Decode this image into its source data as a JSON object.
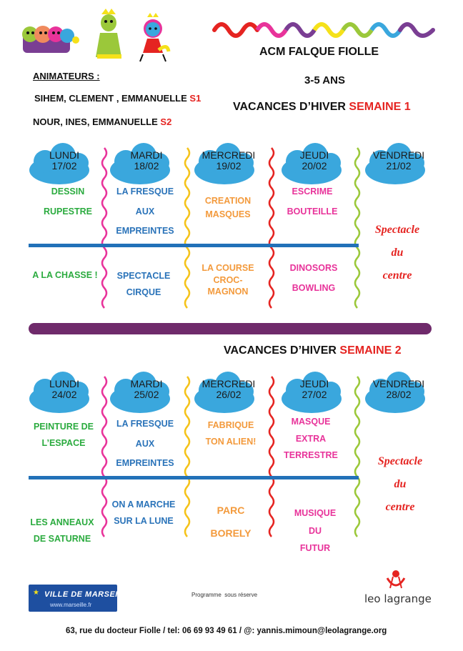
{
  "header": {
    "title": "ACM FALQUE FIOLLE",
    "age": "3-5 ANS",
    "animateurs_label": "ANIMATEURS :",
    "team1_names": "SIHEM, CLEMENT , EMMANUELLE",
    "team1_tag": "S1",
    "team2_names": "NOUR, INES, EMMANUELLE",
    "team2_tag": "S2"
  },
  "week1": {
    "title": "VACANCES D’HIVER",
    "tag": "SEMAINE 1",
    "days": [
      {
        "name": "LUNDI",
        "date": "17/02"
      },
      {
        "name": "MARDI",
        "date": "18/02"
      },
      {
        "name": "MERCREDI",
        "date": "19/02"
      },
      {
        "name": "JEUDI",
        "date": "20/02"
      },
      {
        "name": "VENDREDI",
        "date": "21/02"
      }
    ],
    "am": [
      [
        "DESSIN",
        "RUPESTRE"
      ],
      [
        "LA FRESQUE",
        "AUX",
        "EMPREINTES"
      ],
      [
        "CREATION",
        "MASQUES"
      ],
      [
        "ESCRIME",
        "BOUTEILLE"
      ]
    ],
    "pm": [
      [
        "A LA CHASSE !"
      ],
      [
        "SPECTACLE",
        "CIRQUE"
      ],
      [
        "LA COURSE",
        "CROC-",
        "MAGNON"
      ],
      [
        "DINOSORS",
        "BOWLING"
      ]
    ],
    "friday": [
      "Spectacle",
      "du",
      "centre"
    ]
  },
  "week2": {
    "title": "VACANCES D’HIVER",
    "tag": "SEMAINE 2",
    "days": [
      {
        "name": "LUNDI",
        "date": "24/02"
      },
      {
        "name": "MARDI",
        "date": "25/02"
      },
      {
        "name": "MERCREDI",
        "date": "26/02"
      },
      {
        "name": "JEUDI",
        "date": "27/02"
      },
      {
        "name": "VENDREDI",
        "date": "28/02"
      }
    ],
    "am": [
      [
        "PEINTURE DE",
        "L’ESPACE"
      ],
      [
        "LA FRESQUE",
        "AUX",
        "EMPREINTES"
      ],
      [
        "FABRIQUE",
        "TON ALIEN!"
      ],
      [
        "MASQUE",
        "EXTRA",
        "TERRESTRE"
      ]
    ],
    "pm": [
      [
        "LES ANNEAUX",
        "DE SATURNE"
      ],
      [
        "ON A MARCHE",
        "SUR LA LUNE"
      ],
      [
        "PARC",
        "BORELY"
      ],
      [
        "MUSIQUE",
        "DU",
        "FUTUR"
      ]
    ],
    "friday": [
      "Spectacle",
      "du",
      "centre"
    ]
  },
  "footer": {
    "marseille_logo": "VILLE DE MARSEILLE",
    "marseille_url": "www.marseille.fr",
    "note": "Programme  sous réserve",
    "leo_logo": "leo lagrange",
    "contact": "63, rue du docteur Fiolle / tel: 06 69 93 49 61 / @: yannis.mimoun@leolagrange.org"
  },
  "colors": {
    "red": "#e52421",
    "blue_line": "#2271b8",
    "cloud": "#3aa7dd",
    "purple_bar": "#6f2a6b"
  }
}
